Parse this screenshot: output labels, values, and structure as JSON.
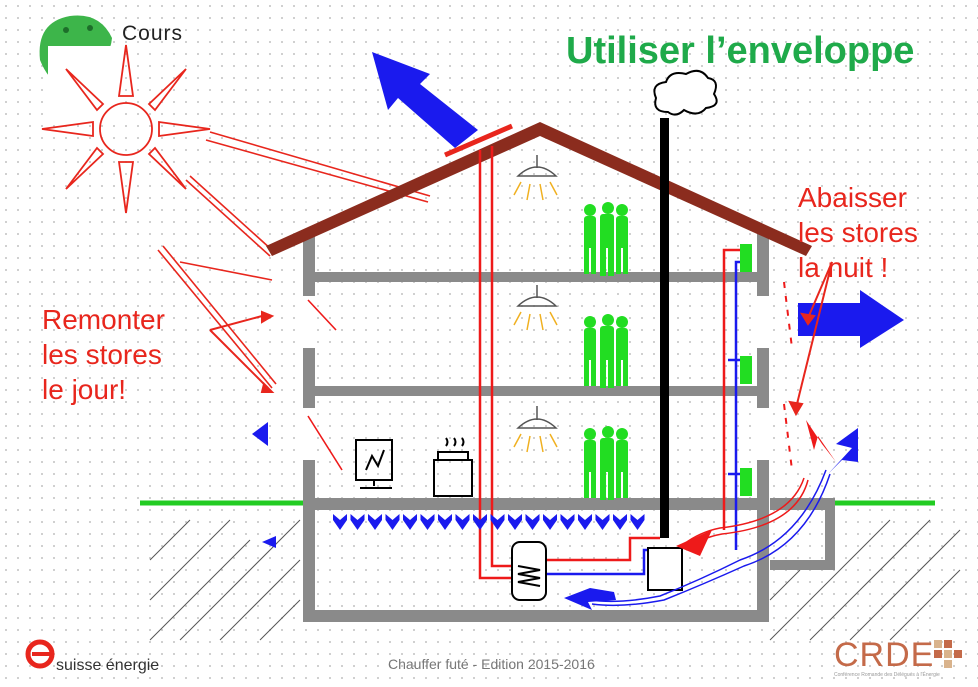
{
  "logo": {
    "label": "Cours"
  },
  "title": "Utiliser l’enveloppe",
  "annotations": {
    "left": [
      "Remonter",
      "les stores",
      "le jour!"
    ],
    "right": [
      "Abaisser",
      "les stores",
      "la nuit !"
    ]
  },
  "footer": {
    "center": "Chauffer futé - Edition 2015-2016",
    "brand_left": "suisse énergie",
    "brand_right": "CRDE",
    "brand_right_sub": "Conférence Romande des Délégués à l'Énergie"
  },
  "colors": {
    "title": "#1faa4a",
    "annotation": "#e8261d",
    "roof": "#8b2c1e",
    "wall": "#8a8a8a",
    "ground": "#22cc22",
    "person": "#22dd22",
    "cold_air": "#1a1aee",
    "hot_air": "#ee1a1a"
  },
  "icons": [
    "sun-icon",
    "chimney-smoke-icon",
    "lamp-icon",
    "people-icon",
    "computer-icon",
    "radiator-icon",
    "boiler-icon",
    "water-tank-icon"
  ]
}
